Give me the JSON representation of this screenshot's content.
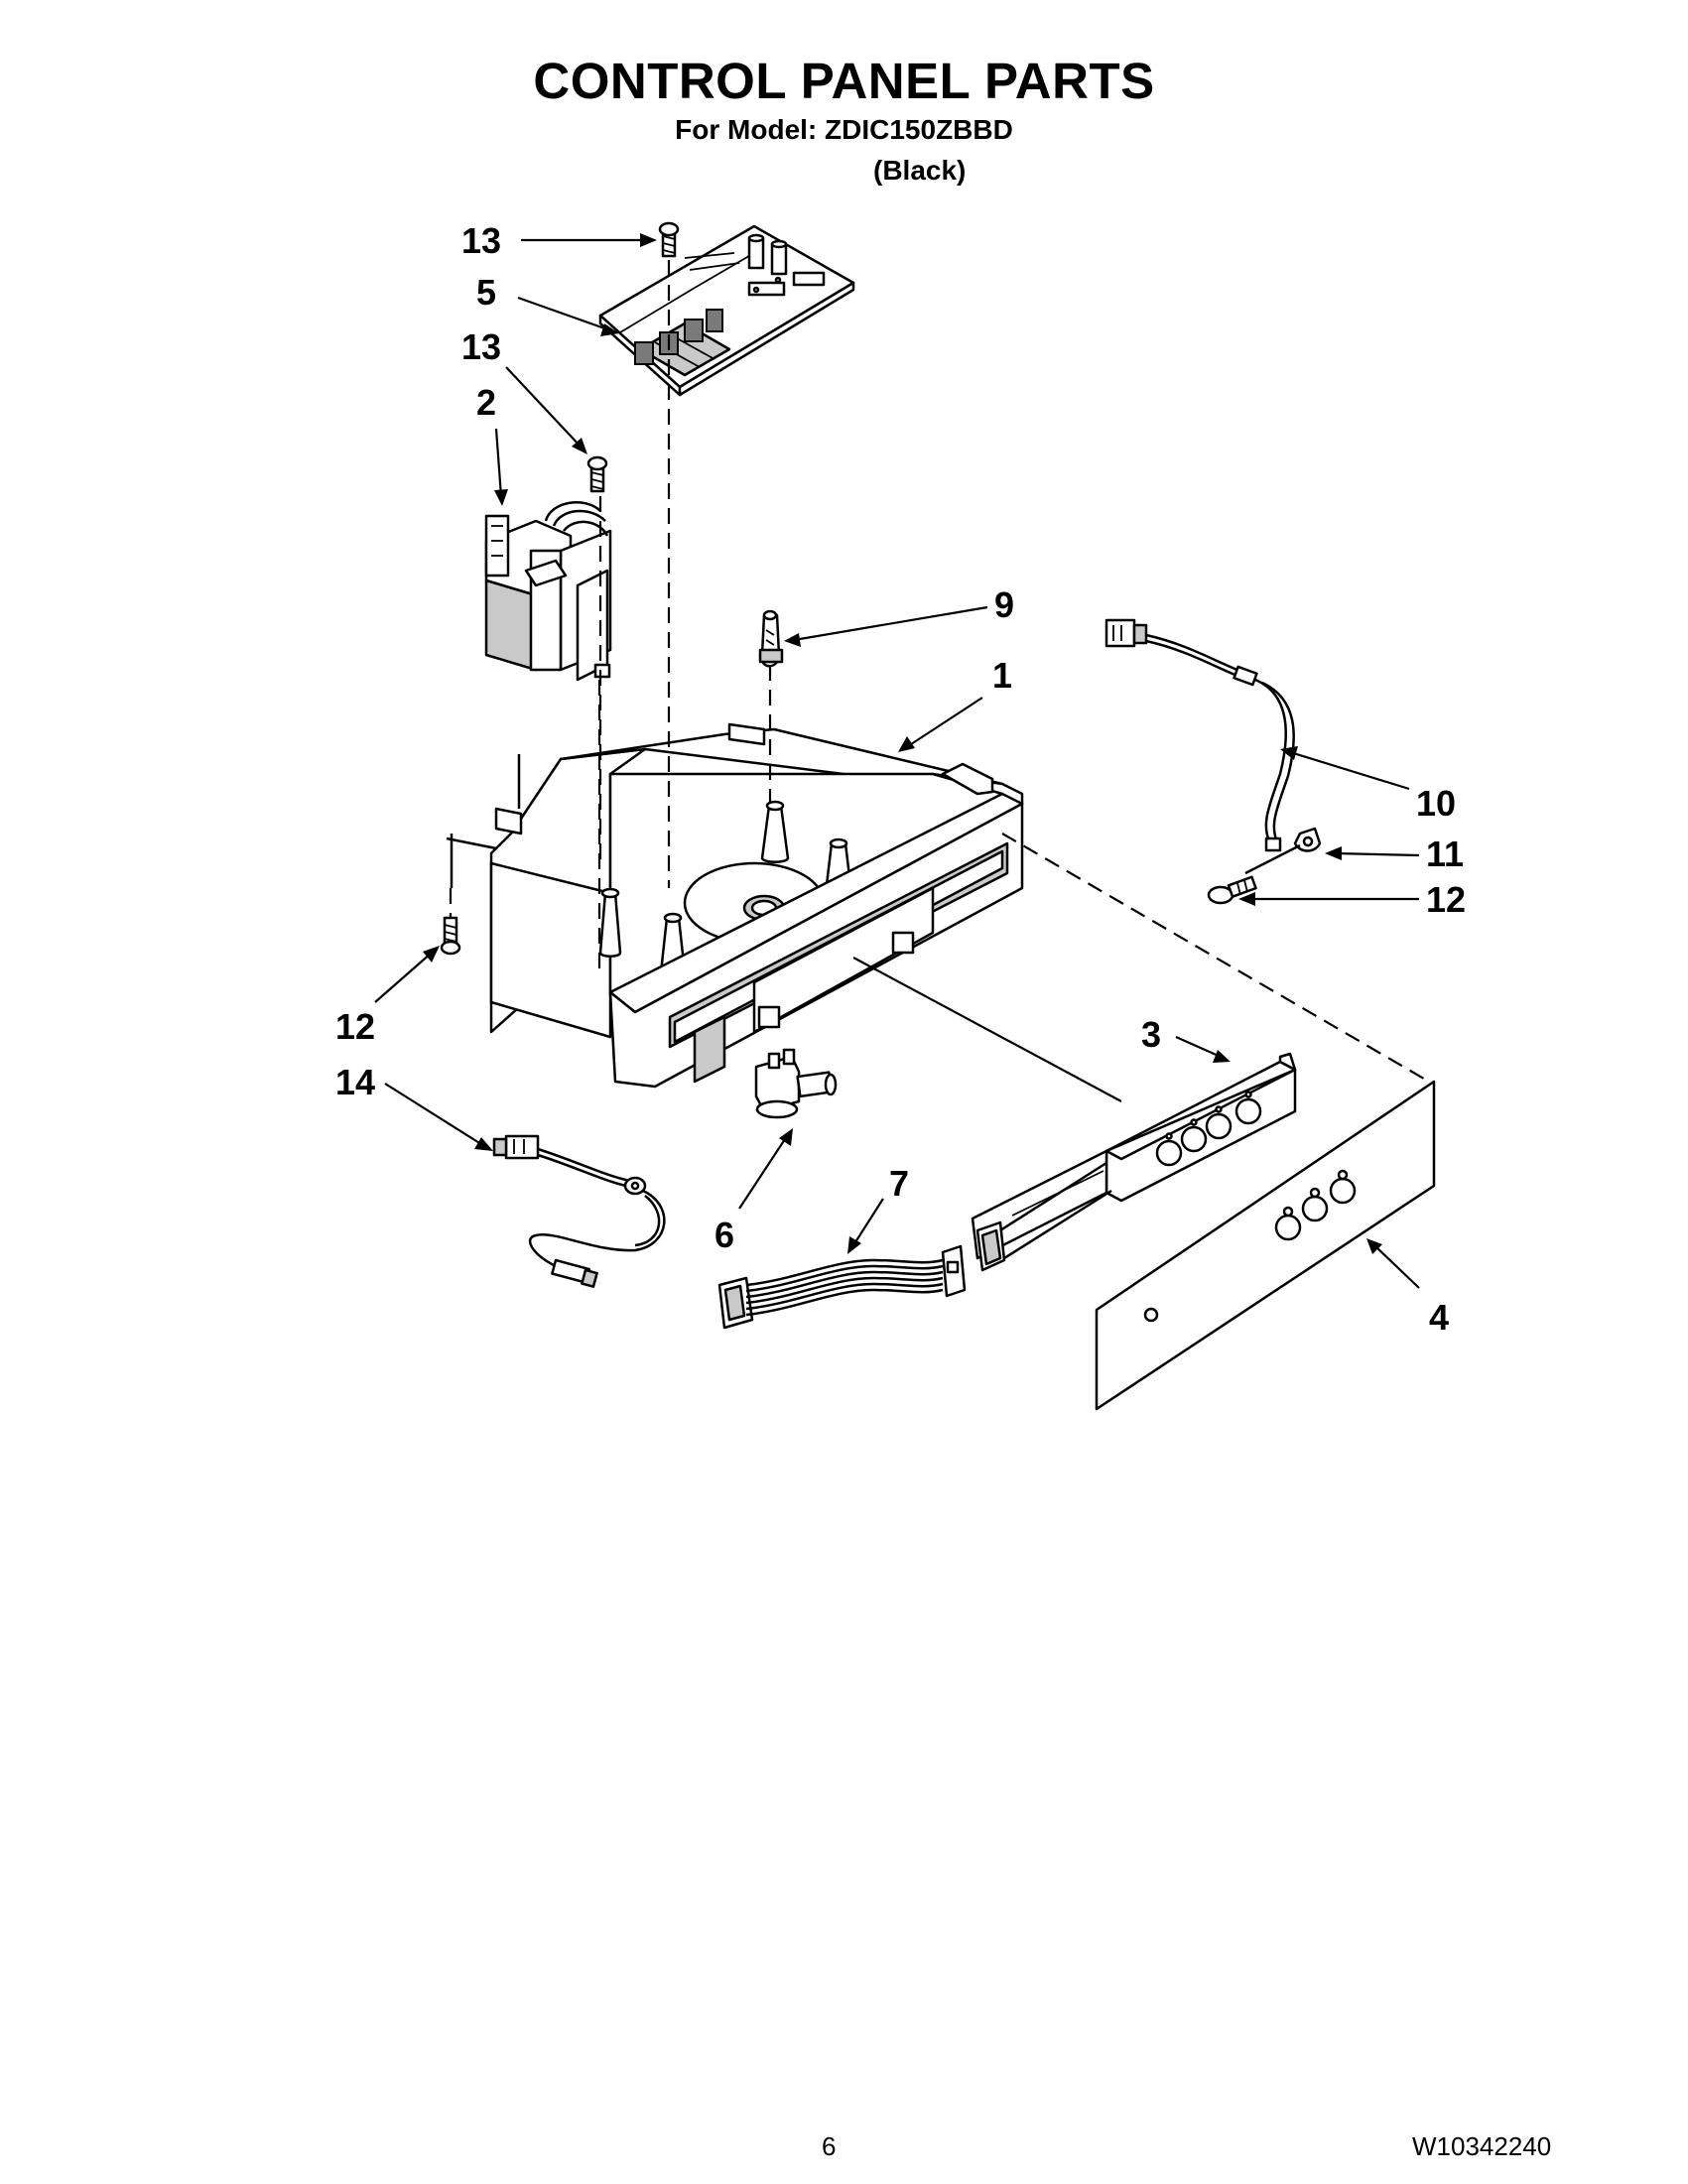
{
  "header": {
    "title": "CONTROL PANEL PARTS",
    "model_line": "For Model: ZDIC150ZBBD",
    "variant": "(Black)"
  },
  "footer": {
    "page_number": "6",
    "document_number": "W10342240"
  },
  "callouts": [
    {
      "id": "c13a",
      "label": "13"
    },
    {
      "id": "c5",
      "label": "5"
    },
    {
      "id": "c13b",
      "label": "13"
    },
    {
      "id": "c2",
      "label": "2"
    },
    {
      "id": "c9",
      "label": "9"
    },
    {
      "id": "c1",
      "label": "1"
    },
    {
      "id": "c10",
      "label": "10"
    },
    {
      "id": "c11",
      "label": "11"
    },
    {
      "id": "c12a",
      "label": "12"
    },
    {
      "id": "c12b",
      "label": "12"
    },
    {
      "id": "c14",
      "label": "14"
    },
    {
      "id": "c3",
      "label": "3"
    },
    {
      "id": "c6",
      "label": "6"
    },
    {
      "id": "c7",
      "label": "7"
    },
    {
      "id": "c4",
      "label": "4"
    }
  ]
}
